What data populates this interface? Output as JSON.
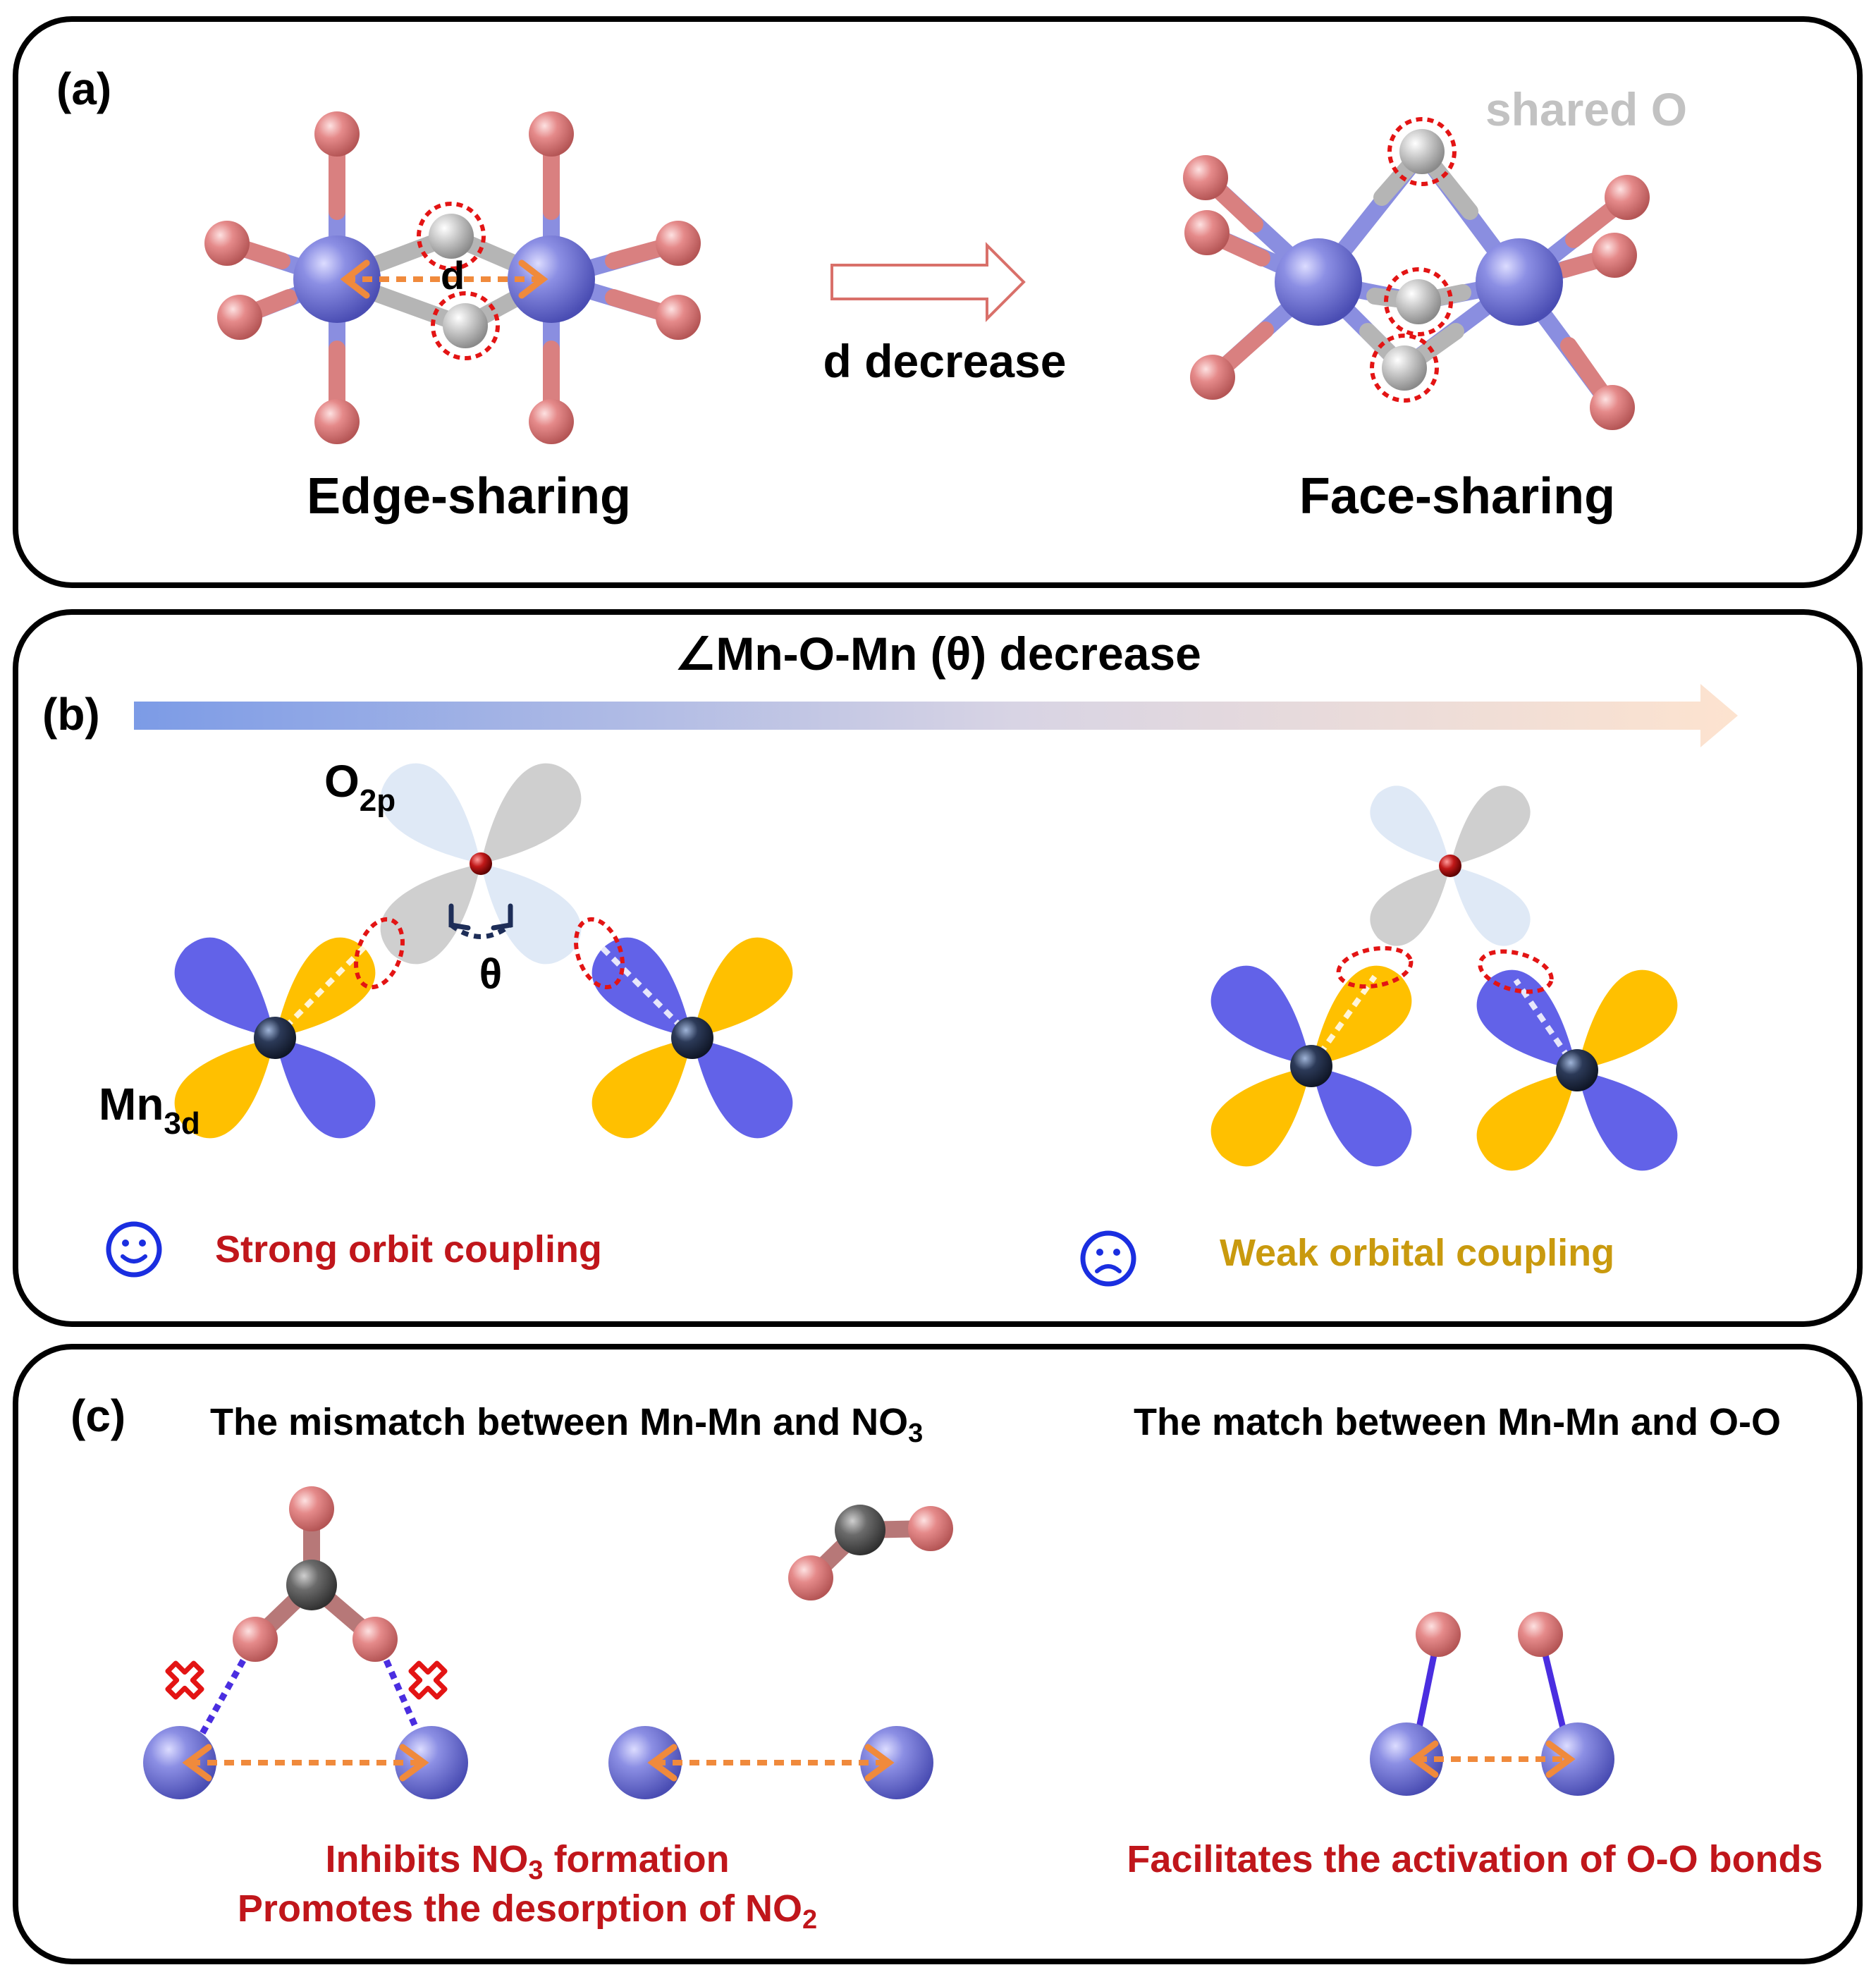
{
  "panel_a": {
    "tag": "(a)",
    "d_label": "d",
    "shared_o_label": "shared O",
    "arrow_label": "d decrease",
    "left_caption": "Edge-sharing",
    "right_caption": "Face-sharing"
  },
  "panel_b": {
    "tag": "(b)",
    "title": "∠Mn-O-Mn (θ) decrease",
    "o_label": "O",
    "o_sub": "2p",
    "theta_label": "θ",
    "mn_label": "Mn",
    "mn_sub": "3d",
    "strong_label": "Strong orbit coupling",
    "weak_label": "Weak orbital coupling",
    "happy_icon": "smiley-face-icon",
    "sad_icon": "sad-face-icon"
  },
  "panel_c": {
    "tag": "(c)",
    "left_heading": "The mismatch between Mn-Mn and NO",
    "left_heading_sub": "3",
    "right_heading": "The match between Mn-Mn and O-O",
    "left_caption_1": "Inhibits NO",
    "left_caption_1_sub": "3",
    "left_caption_1_tail": " formation",
    "left_caption_2": "Promotes the desorption of NO",
    "left_caption_2_sub": "2",
    "right_caption": "Facilitates the activation of O-O bonds"
  },
  "colors": {
    "mn_atom": "#7b7fd9",
    "o_atom": "#e08080",
    "shared_o": "#c8c8c8",
    "n_atom": "#555555",
    "orange_arrow": "#f08a3c",
    "red_text": "#c0161b",
    "gold_text": "#c99a0e",
    "blue_lobe": "#6262e8",
    "yellow_lobe": "#ffc000"
  }
}
